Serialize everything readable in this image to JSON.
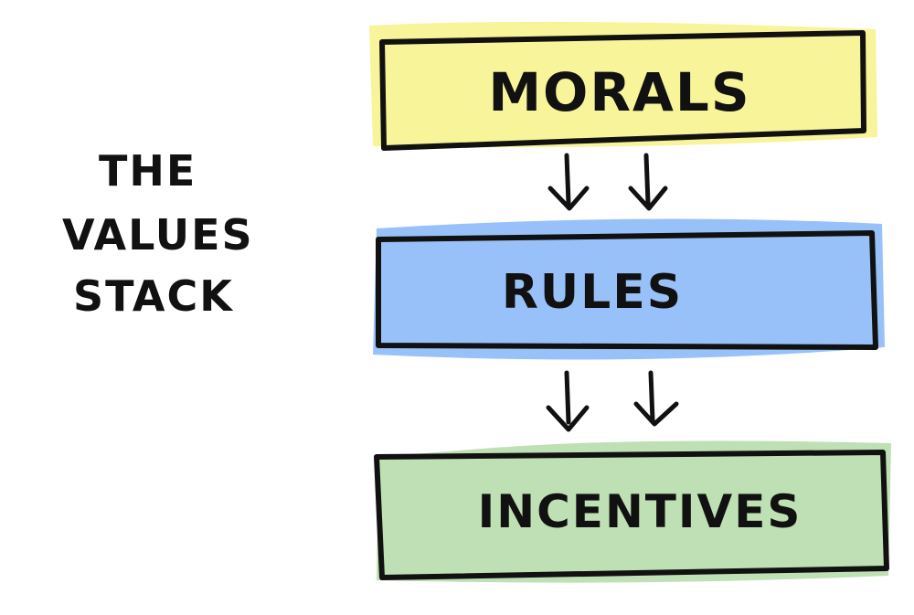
{
  "title_lines": [
    "THE",
    "VALUES",
    "STACK"
  ],
  "layers": [
    {
      "id": "morals",
      "label": "MORALS",
      "color": "#f8f49a"
    },
    {
      "id": "rules",
      "label": "RULES",
      "color": "#99c1f9"
    },
    {
      "id": "incentives",
      "label": "INCENTIVES",
      "color": "#bfe0b4"
    }
  ],
  "arrow_direction": "down",
  "arrows_per_gap": 2,
  "ink_color": "#111111"
}
